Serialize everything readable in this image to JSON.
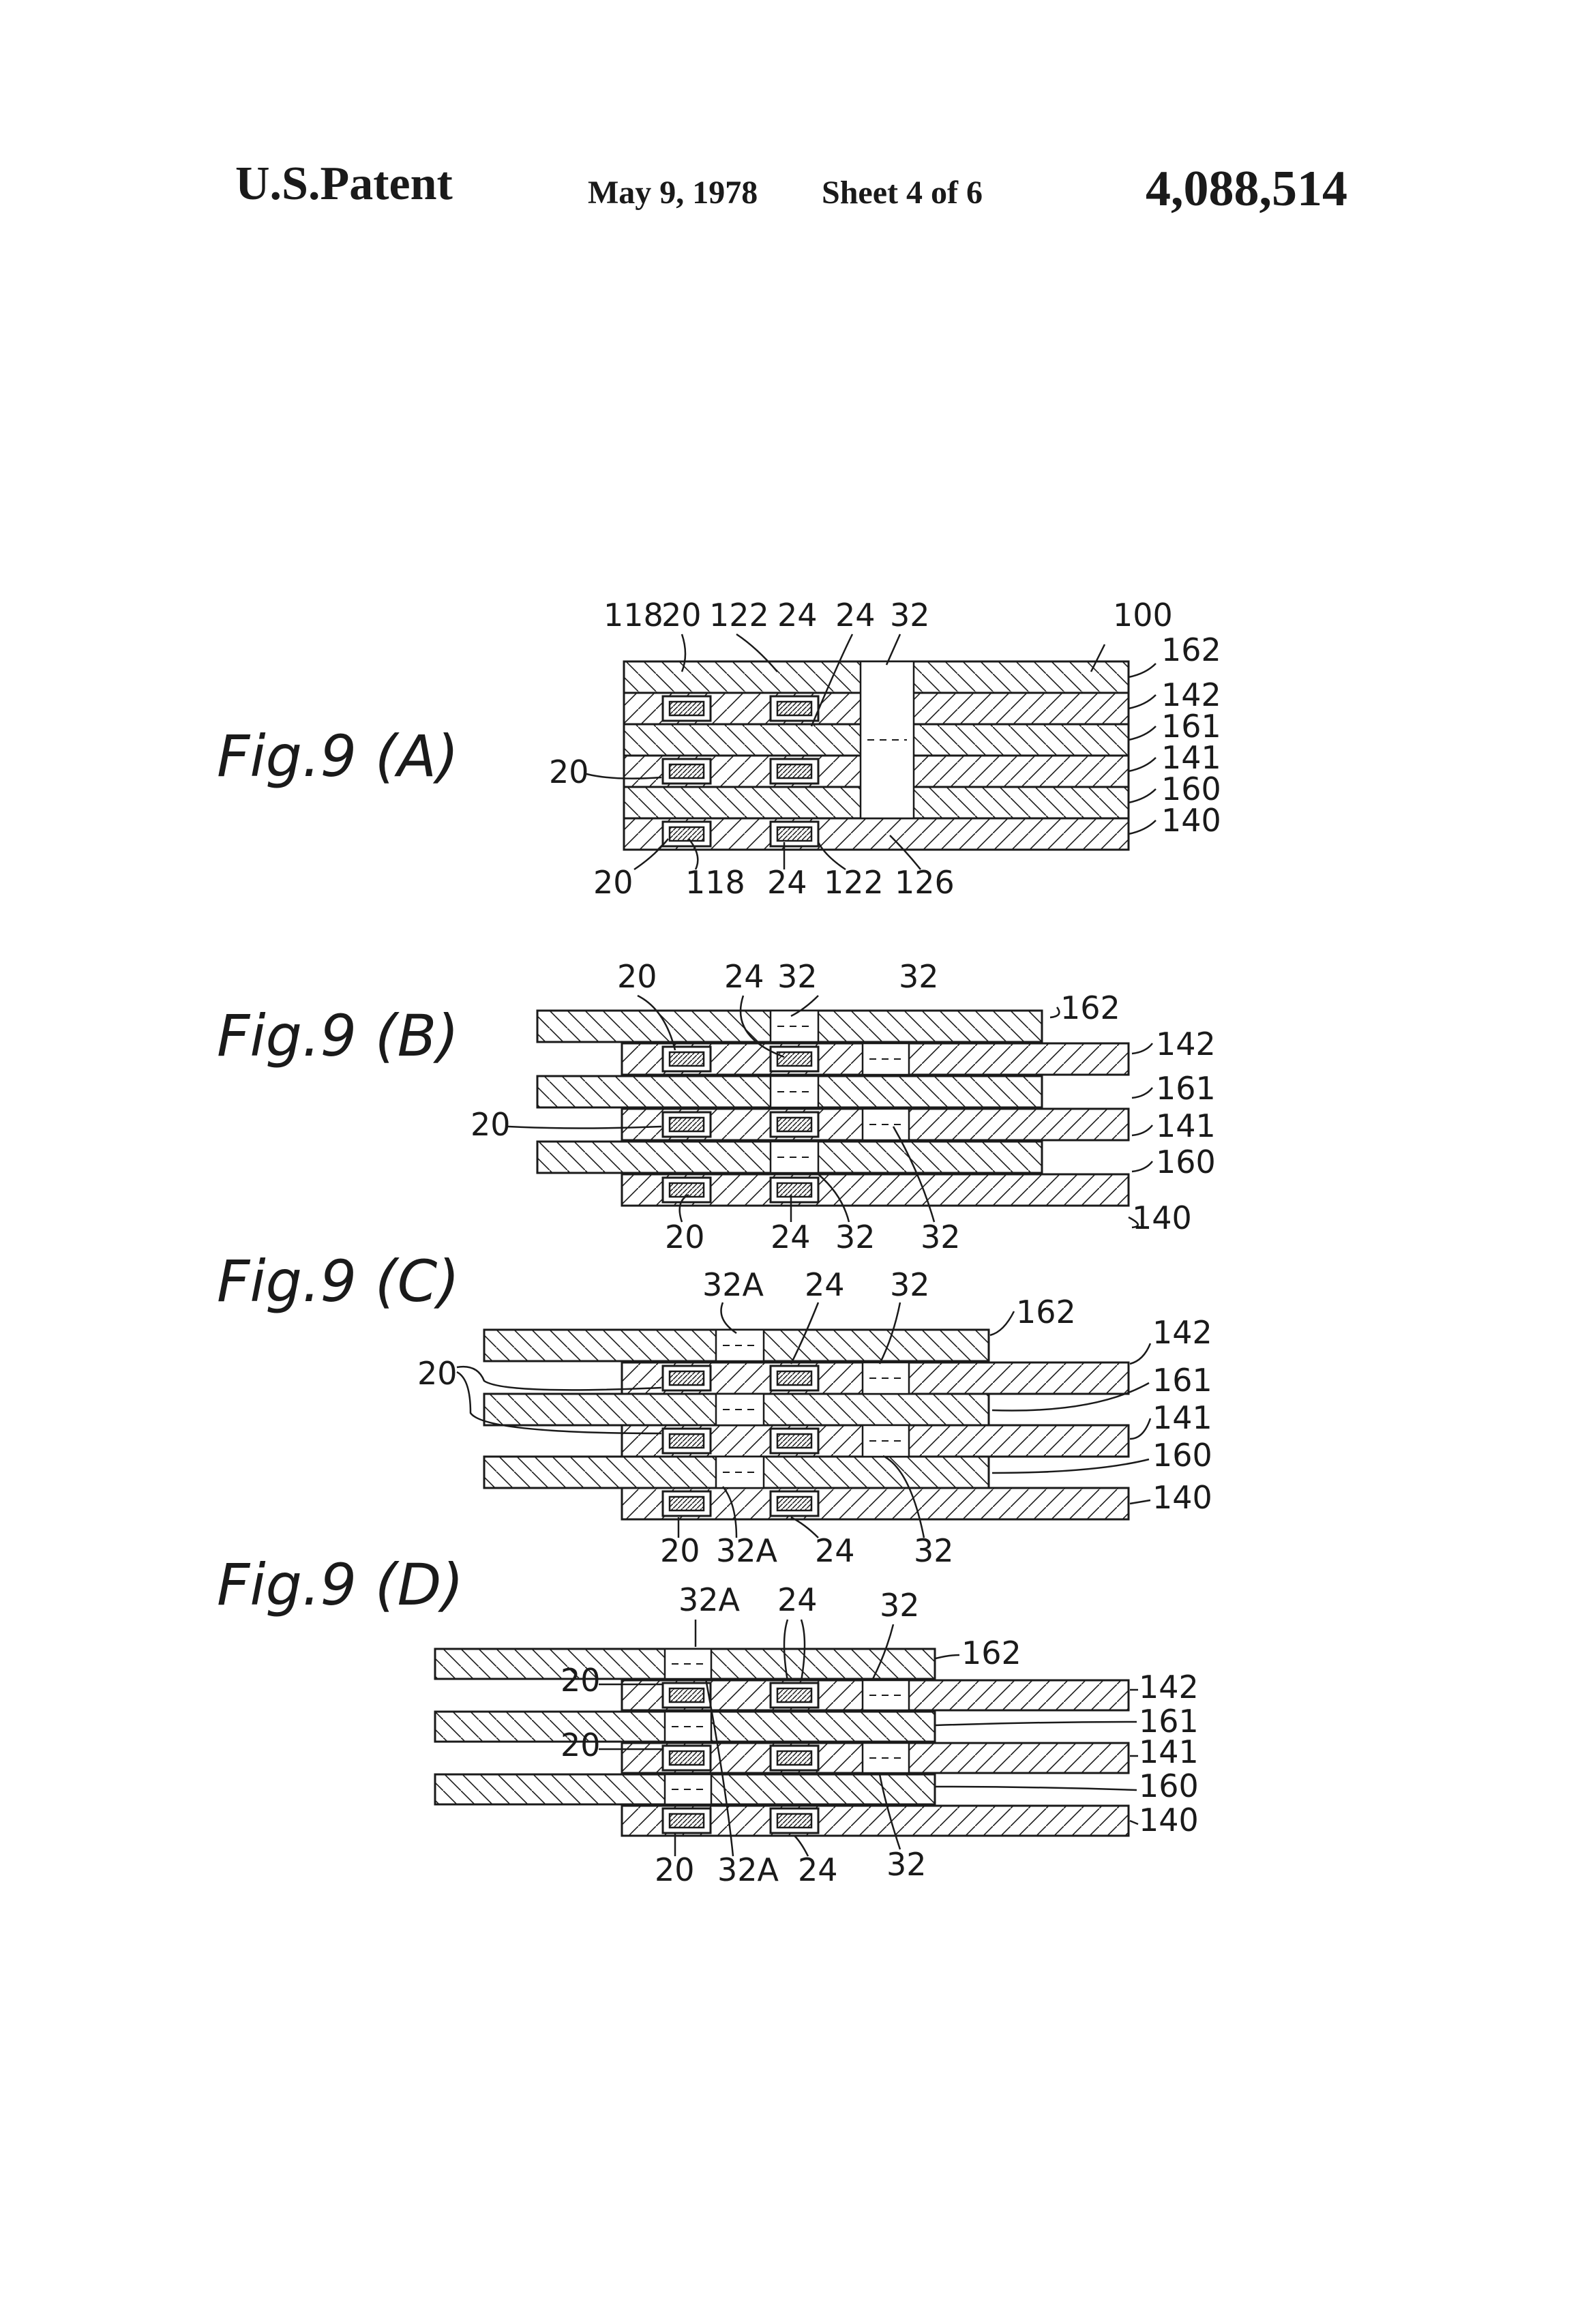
{
  "header": {
    "title": "U.S.Patent",
    "date": "May 9, 1978",
    "sheet": "Sheet 4 of 6",
    "patent_number": "4,088,514"
  },
  "figures": {
    "a": "Fig.9 (A)",
    "b": "Fig.9 (B)",
    "c": "Fig.9 (C)",
    "d": "Fig.9 (D)"
  },
  "ref": {
    "r100": "100",
    "r162": "162",
    "r142": "142",
    "r161": "161",
    "r141": "141",
    "r160": "160",
    "r140": "140",
    "r118": "118",
    "r20": "20",
    "r122": "122",
    "r24": "24",
    "r32": "32",
    "r126": "126",
    "r32a": "32A"
  },
  "colors": {
    "ink": "#1a1a1a",
    "paper": "#ffffff"
  }
}
